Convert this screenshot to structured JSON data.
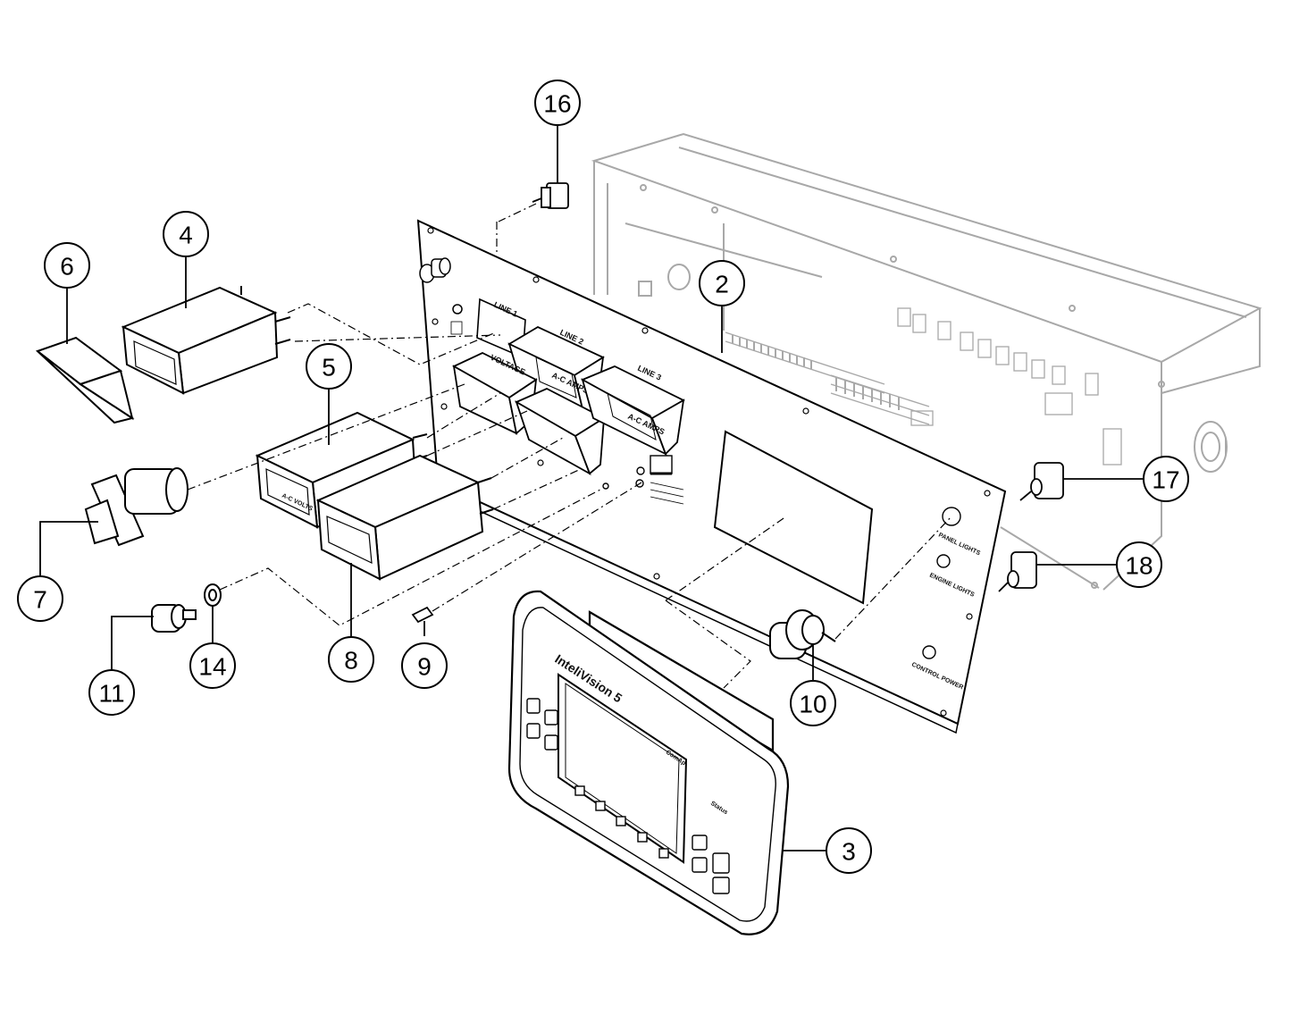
{
  "callouts": [
    {
      "id": "2"
    },
    {
      "id": "3"
    },
    {
      "id": "4"
    },
    {
      "id": "5"
    },
    {
      "id": "6"
    },
    {
      "id": "7"
    },
    {
      "id": "8"
    },
    {
      "id": "9"
    },
    {
      "id": "10"
    },
    {
      "id": "11"
    },
    {
      "id": "14"
    },
    {
      "id": "16"
    },
    {
      "id": "17"
    },
    {
      "id": "18"
    }
  ],
  "panel_labels": {
    "line1": "LINE 1",
    "line2": "LINE 2",
    "line3": "LINE 3",
    "voltage": "VOLTAGE",
    "ac_amps_2": "A-C AMPS",
    "ac_amps_3": "A-C AMPS",
    "ac_volts_5": "A-C VOLTS",
    "panel_lights": "PANEL LIGHTS",
    "engine_lights": "ENGINE LIGHTS",
    "control_power": "CONTROL POWER"
  },
  "controller": {
    "brand": "InteliVision 5",
    "maker": "ComAp",
    "status": "Status"
  },
  "colors": {
    "line": "#000000",
    "ghost": "#a8a8a8",
    "fill": "#ffffff"
  }
}
